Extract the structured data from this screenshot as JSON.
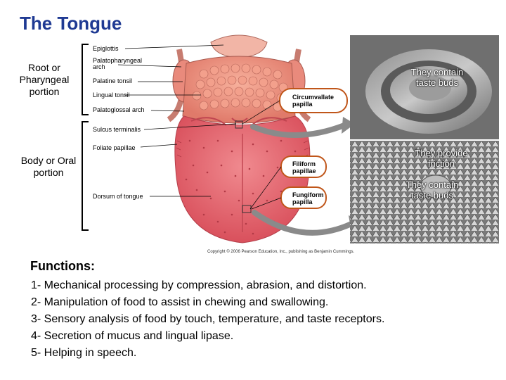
{
  "title": "The Tongue",
  "sides": {
    "root": "Root or Pharyngeal portion",
    "body": "Body or Oral portion"
  },
  "labels": {
    "epiglottis": "Epiglottis",
    "palatopharyngeal": "Palatopharyngeal arch",
    "palatine": "Palatine tonsil",
    "lingual": "Lingual tonsil",
    "palatoglossal": "Palatoglossal arch",
    "sulcus": "Sulcus terminalis",
    "foliate": "Foliate papillae",
    "dorsum": "Dorsum of tongue"
  },
  "callouts": {
    "circumvallate": "Circumvallate papilla",
    "filiform": "Filiform papillae",
    "fungiform": "Fungiform papilla"
  },
  "photo_notes": {
    "top": "They contain taste buds",
    "middle": "They provide friction",
    "bottom": "They contain taste buds"
  },
  "copyright": "Copyright © 2006 Pearson Education, Inc., publishing as Benjamin Cummings.",
  "functions": {
    "heading": "Functions:",
    "items": [
      "1- Mechanical processing by compression, abrasion, and distortion.",
      "2- Manipulation of food to assist in chewing and swallowing.",
      "3- Sensory analysis of food by touch, temperature, and taste receptors.",
      "4- Secretion of mucus and lingual lipase.",
      "5- Helping in speech."
    ]
  },
  "colors": {
    "title": "#1f3a93",
    "tongue": "#e0646e",
    "callout_ring": "#c0561a",
    "arrow": "#8a8a8a"
  }
}
